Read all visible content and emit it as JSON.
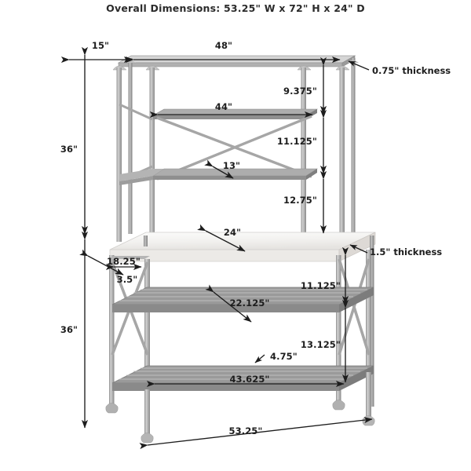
{
  "page": {
    "title": "Overall Dimensions: 53.25\" W x 72\" H x 24\" D",
    "product": "baker-rack-dimension-drawing",
    "background_color": "#ffffff"
  },
  "colors": {
    "metal_light": "#c9c9c9",
    "metal_mid": "#a8a8a8",
    "metal_dark": "#8a8a8a",
    "shelf_gray": "#9a9a9a",
    "shelf_gray_dark": "#848484",
    "counter_white": "#f4f3f1",
    "counter_edge": "#d8d6d3",
    "dimension_line": "#1d1d1d",
    "text": "#1d1d1d"
  },
  "dimensions": {
    "top_left_span": "15\"",
    "top_right_span": "48\"",
    "hutch_shelf_width": "44\"",
    "hutch_top_gap": "9.375\"",
    "hutch_mid_gap": "11.125\"",
    "hutch_shelf_depth": "13\"",
    "hutch_lower_gap": "12.75\"",
    "hutch_height_left": "36\"",
    "base_height_left": "36\"",
    "counter_depth": "24\"",
    "counter_side_depth": "18.25\"",
    "counter_overhang": "3.5\"",
    "base_upper_gap": "11.125\"",
    "base_shelf_diag": "22.125\"",
    "base_lower_gap": "13.125\"",
    "base_shelf_depth": "4.75\"",
    "base_shelf_width": "43.625\"",
    "overall_width_bottom": "53.25\"",
    "top_thickness_note": "0.75\" thickness",
    "counter_thickness_note": "1.5\" thickness"
  }
}
